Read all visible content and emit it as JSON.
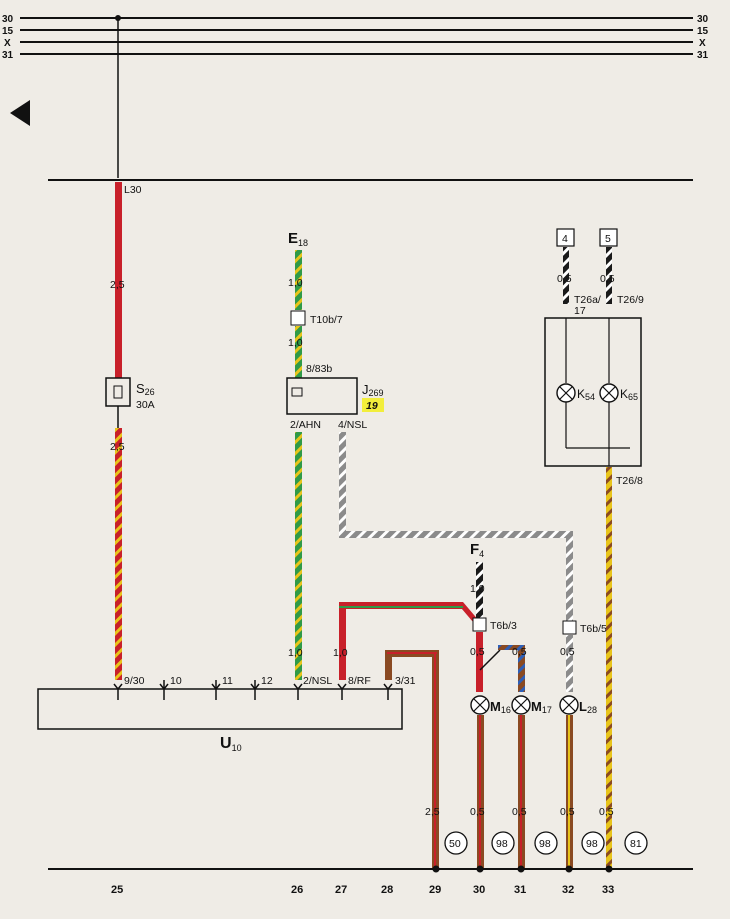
{
  "bus_labels": [
    "30",
    "15",
    "X",
    "31"
  ],
  "connectors": {
    "l30": "L30",
    "t10b": "T10b/7",
    "pin_8_83b": "8/83b",
    "pin_2_ahn": "2/AHN",
    "pin_4_nsl": "4/NSL",
    "t26a": "T26a/",
    "t26a_pin": "17",
    "t26_9": "T26/9",
    "t26_8": "T26/8",
    "t6b3": "T6b/3",
    "t6b5": "T6b/5",
    "u10_pins": [
      "9/30",
      "10",
      "11",
      "12",
      "2/NSL",
      "8/RF",
      "3/31"
    ]
  },
  "components": {
    "s26": {
      "name": "S",
      "sub": "26",
      "rating": "30A"
    },
    "e18": {
      "name": "E",
      "sub": "18"
    },
    "j269": {
      "name": "J",
      "sub": "269",
      "ref": "19"
    },
    "f4": {
      "name": "F",
      "sub": "4"
    },
    "k54": {
      "name": "K",
      "sub": "54"
    },
    "k65": {
      "name": "K",
      "sub": "65"
    },
    "m16": {
      "name": "M",
      "sub": "16"
    },
    "m17": {
      "name": "M",
      "sub": "17"
    },
    "l28": {
      "name": "L",
      "sub": "28"
    },
    "u10": {
      "name": "U",
      "sub": "10"
    }
  },
  "wire_sizes": {
    "w25_top": "2,5",
    "w25_bottom": "2,5",
    "e18_a": "1,0",
    "e18_b": "1,0",
    "w26": "1,0",
    "w27": "1,0",
    "f4": "1,0",
    "m16": "0,5",
    "m17": "0,5",
    "l28_top": "0,5",
    "t4": "0,5",
    "t5": "0,5",
    "w29": "2,5",
    "w30": "0,5",
    "w31": "0,5",
    "w32": "0,5",
    "w33": "0,5"
  },
  "ref_boxes": [
    "4",
    "5"
  ],
  "circle_refs": [
    "50",
    "98",
    "98",
    "98",
    "81"
  ],
  "track_numbers": [
    "25",
    "26",
    "27",
    "28",
    "29",
    "30",
    "31",
    "32",
    "33"
  ],
  "colors": {
    "red": "#c8202a",
    "yellow": "#e8c41a",
    "green": "#2f9a48",
    "brown": "#8a4a22",
    "blue": "#2d5fb8",
    "gray": "#8b8b8b",
    "black": "#1a1a1a",
    "white": "#ffffff",
    "highlight": "#f2ee3c",
    "background": "#efece6"
  }
}
